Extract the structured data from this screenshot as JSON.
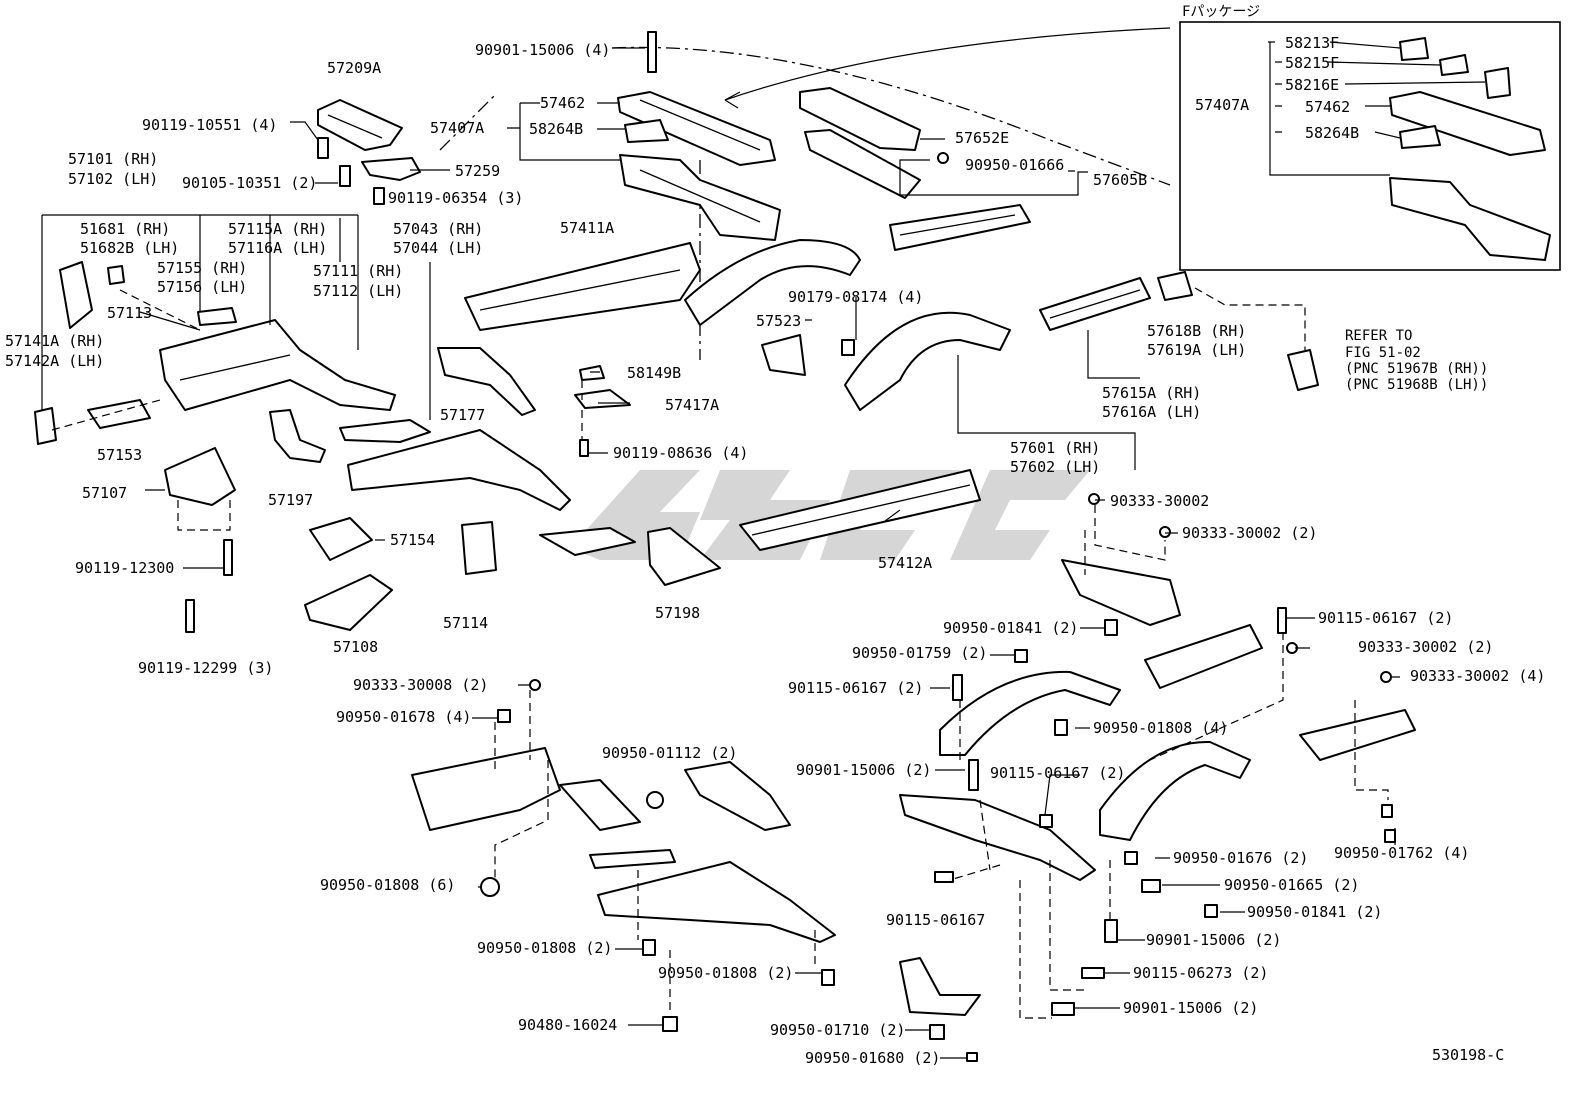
{
  "diagram": {
    "drawing_number": "530198-C",
    "inset": {
      "title": "Fパッケージ",
      "group_label": "57407A",
      "parts": [
        "58213F",
        "58215F",
        "58216E",
        "57462",
        "58264B"
      ]
    },
    "refer": {
      "line1": "REFER TO",
      "line2": "FIG 51-02",
      "line3": "(PNC 51967B (RH))",
      "line4": "(PNC 51968B (LH))"
    },
    "labels": [
      "90901-15006 (4)",
      "57209A",
      "90119-10551 (4)",
      "57407A",
      "57462",
      "58264B",
      "57259",
      "90105-10351 (2)",
      "90119-06354 (3)",
      "57101 (RH)",
      "57102 (LH)",
      "51681  (RH)",
      "51682B (LH)",
      "57115A (RH)",
      "57116A (LH)",
      "57155 (RH)",
      "57156 (LH)",
      "57111 (RH)",
      "57112 (LH)",
      "57043 (RH)",
      "57044 (LH)",
      "57113",
      "57141A (RH)",
      "57142A (LH)",
      "57153",
      "57107",
      "90119-12300",
      "90119-12299 (3)",
      "57197",
      "57154",
      "57108",
      "57114",
      "57177",
      "57198",
      "57411A",
      "58149B",
      "57417A",
      "90119-08636 (4)",
      "57652E",
      "90950-01666",
      "57605B",
      "57523",
      "90179-08174 (4)",
      "57618B (RH)",
      "57619A (LH)",
      "57615A (RH)",
      "57616A (LH)",
      "57601 (RH)",
      "57602 (LH)",
      "90333-30002",
      "90333-30002 (2)",
      "57412A",
      "90115-06167 (2)",
      "90950-01841 (2)",
      "90950-01759 (2)",
      "90333-30002 (2)",
      "90115-06167 (2)",
      "90333-30002 (4)",
      "90333-30008 (2)",
      "90950-01678 (4)",
      "90950-01808 (4)",
      "90950-01112 (2)",
      "90901-15006 (2)",
      "90115-06167 (2)",
      "90950-01762 (4)",
      "90950-01676 (2)",
      "90950-01808 (6)",
      "90950-01665 (2)",
      "90950-01841 (2)",
      "90115-06167",
      "90950-01808 (2)",
      "90901-15006 (2)",
      "90950-01808 (2)",
      "90115-06273 (2)",
      "90480-16024",
      "90901-15006 (2)",
      "90950-01710 (2)",
      "90950-01680 (2)"
    ]
  }
}
